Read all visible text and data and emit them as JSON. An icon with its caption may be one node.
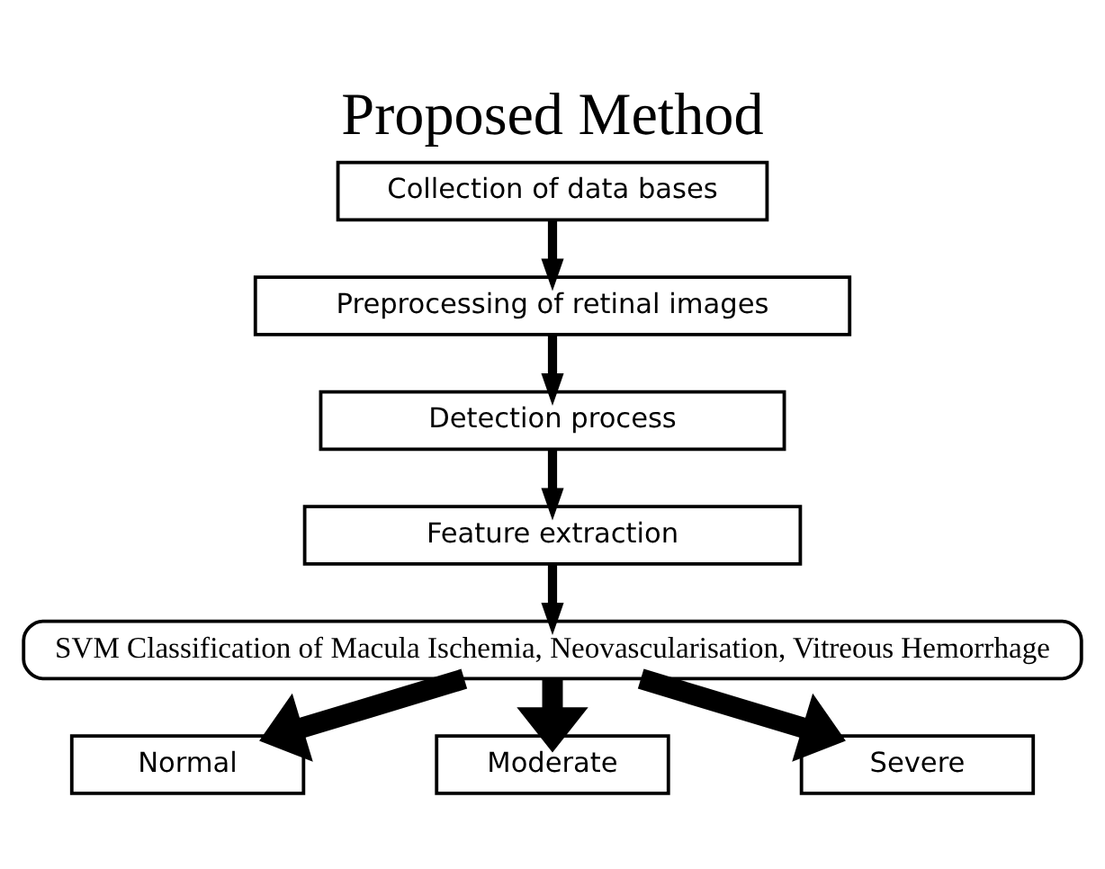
{
  "diagram": {
    "title": "Proposed Method",
    "nodes": [
      {
        "text": [
          "Collection of data bases"
        ]
      },
      {
        "text": [
          "Preprocessing of retinal images"
        ]
      },
      {
        "text": [
          "Detection process"
        ]
      },
      {
        "text": [
          "Feature extraction"
        ]
      },
      {
        "text": [
          "SVM Classification of Macula Ischemia, Neovascularisation, Vitreous Hemorrhage"
        ]
      },
      {
        "text": [
          "Normal"
        ]
      },
      {
        "text": [
          "Moderate"
        ]
      },
      {
        "text": [
          "Severe"
        ]
      }
    ],
    "edges": [
      {
        "from": 0,
        "to": 1,
        "arrow": "to"
      },
      {
        "from": 1,
        "to": 2,
        "arrow": "to"
      },
      {
        "from": 2,
        "to": 3,
        "arrow": "to"
      },
      {
        "from": 3,
        "to": 4,
        "arrow": "to"
      },
      {
        "from": 4,
        "to": 5,
        "arrow": "to",
        "style": "thick"
      },
      {
        "from": 4,
        "to": 6,
        "arrow": "to",
        "style": "thick"
      },
      {
        "from": 4,
        "to": 7,
        "arrow": "to",
        "style": "thick"
      }
    ]
  }
}
